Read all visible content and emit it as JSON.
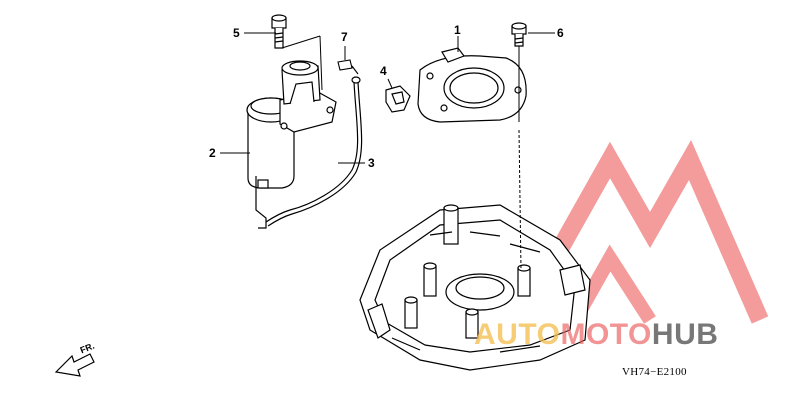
{
  "callouts": {
    "c1": "1",
    "c2": "2",
    "c3": "3",
    "c4": "4",
    "c5": "5",
    "c6": "6",
    "c7": "7"
  },
  "diagram_code": "VH74−E2100",
  "direction_label": "FR.",
  "watermark": {
    "part1": "AUTO",
    "part2": "MOTO",
    "part3": "HUB",
    "colors": {
      "auto": "#f5be50",
      "moto": "#eb5a5a",
      "hub": "#5f5f5f",
      "triangle": "#eb4a4a"
    }
  }
}
